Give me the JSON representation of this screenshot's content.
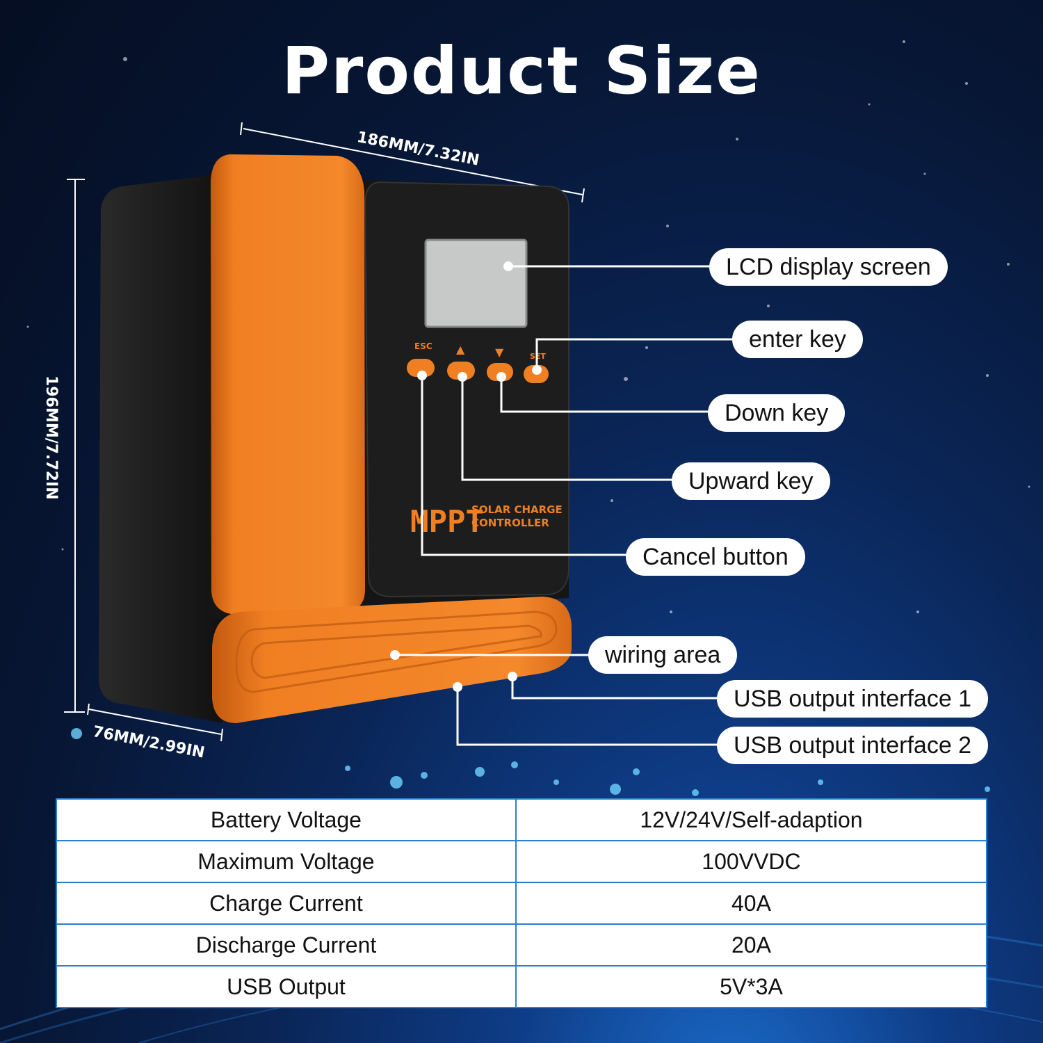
{
  "title": "Product Size",
  "dimensions": {
    "width": "186MM/7.32IN",
    "height": "196MM/7.72IN",
    "depth": "76MM/2.99IN"
  },
  "device": {
    "brand": "MPPT",
    "subtitle_line1": "SOLAR CHARGE",
    "subtitle_line2": "CONTROLLER",
    "key_labels": {
      "esc": "ESC",
      "up": "▲",
      "down": "▼",
      "set": "SET"
    }
  },
  "callouts": [
    {
      "label": "LCD display screen"
    },
    {
      "label": "enter key"
    },
    {
      "label": "Down key"
    },
    {
      "label": "Upward key"
    },
    {
      "label": "Cancel button"
    },
    {
      "label": "wiring area"
    },
    {
      "label": "USB output interface 1"
    },
    {
      "label": "USB output interface 2"
    }
  ],
  "specs": [
    {
      "name": "Battery Voltage",
      "value": "12V/24V/Self-adaption"
    },
    {
      "name": "Maximum Voltage",
      "value": "100VVDC"
    },
    {
      "name": "Charge Current",
      "value": "40A"
    },
    {
      "name": "Discharge Current",
      "value": "20A"
    },
    {
      "name": "USB Output",
      "value": "5V*3A"
    }
  ],
  "colors": {
    "accent_orange": "#f07f22",
    "device_body": "#1a1a1a",
    "table_border": "#2a7fd0"
  }
}
